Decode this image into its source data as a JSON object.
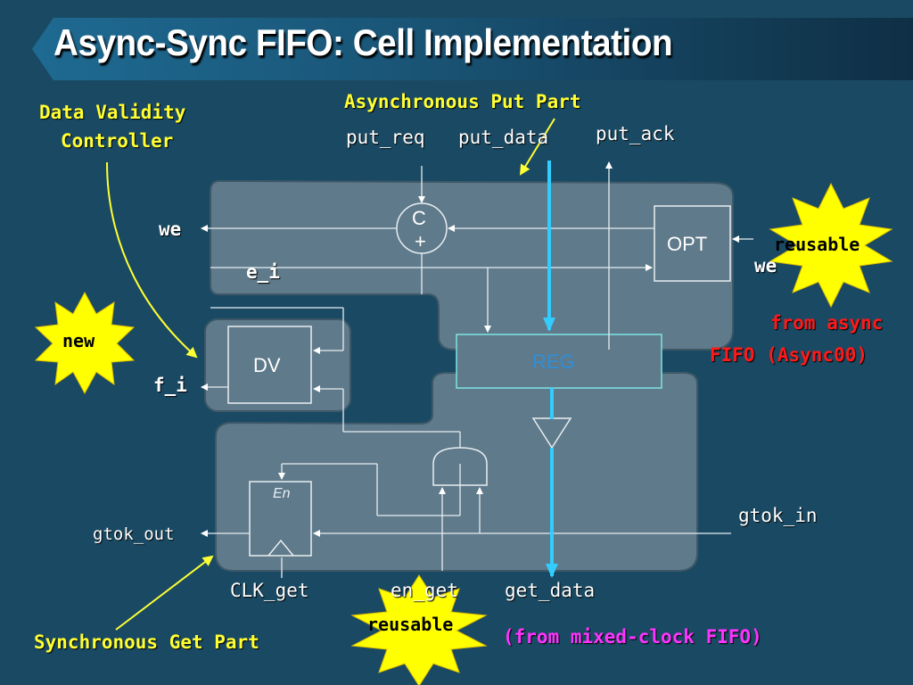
{
  "slide": {
    "title": "Async-Sync FIFO: Cell Implementation",
    "annotations": {
      "data_validity_controller_line1": "Data Validity",
      "data_validity_controller_line2": "Controller",
      "asynchronous_put_part": "Asynchronous Put Part",
      "synchronous_get_part": "Synchronous Get Part",
      "from_async_line1": "from async",
      "from_async_line2": "FIFO (Async00)",
      "from_mixed_clock": "(from mixed-clock FIFO)"
    },
    "badges": {
      "new": "new",
      "reusable_top": "reusable",
      "reusable_bottom": "reusable"
    },
    "signals": {
      "put_req": "put_req",
      "put_data": "put_data",
      "put_ack": "put_ack",
      "we_left": "we",
      "we_right": "we",
      "e_i": "e_i",
      "f_i": "f_i",
      "gtok_out": "gtok_out",
      "gtok_in": "gtok_in",
      "clk_get": "CLK_get",
      "en_get": "en_get",
      "get_data": "get_data"
    },
    "blocks": {
      "c_element_top": "C",
      "c_element_bottom": "+",
      "opt": "OPT",
      "dv": "DV",
      "reg": "REG",
      "en": "En"
    },
    "colors": {
      "background": "#1a4a63",
      "panel_fill": "#5f7a8a",
      "annotation_yellow": "#ffff33",
      "highlight_red": "#ff1a1a",
      "highlight_magenta": "#ff33ff",
      "data_path_cyan": "#33ccff",
      "badge_fill": "#ffff00"
    }
  }
}
